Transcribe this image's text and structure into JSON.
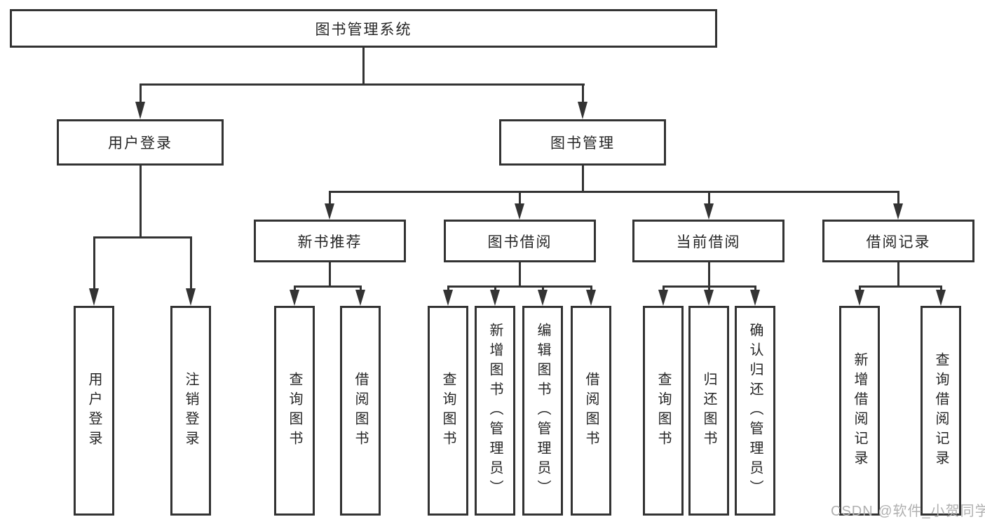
{
  "diagram": {
    "root": {
      "label": "图书管理系统"
    },
    "level2": [
      {
        "label": "用户登录"
      },
      {
        "label": "图书管理"
      }
    ],
    "level3": [
      {
        "label": "新书推荐"
      },
      {
        "label": "图书借阅"
      },
      {
        "label": "当前借阅"
      },
      {
        "label": "借阅记录"
      }
    ],
    "leaves": [
      {
        "label": "用户登录"
      },
      {
        "label": "注销登录"
      },
      {
        "label": "查询图书"
      },
      {
        "label": "借阅图书"
      },
      {
        "label": "查询图书"
      },
      {
        "label": "新增图书（管理员）"
      },
      {
        "label": "编辑图书（管理员）"
      },
      {
        "label": "借阅图书"
      },
      {
        "label": "查询图书"
      },
      {
        "label": "归还图书"
      },
      {
        "label": "确认归还（管理员）"
      },
      {
        "label": "新增借阅记录"
      },
      {
        "label": "查询借阅记录"
      }
    ]
  },
  "watermark": {
    "text": "CSDN @软件_小贺同学"
  },
  "colors": {
    "line": "#333333",
    "text": "#262626",
    "watermark": "#b0b0b0",
    "background": "#ffffff"
  }
}
